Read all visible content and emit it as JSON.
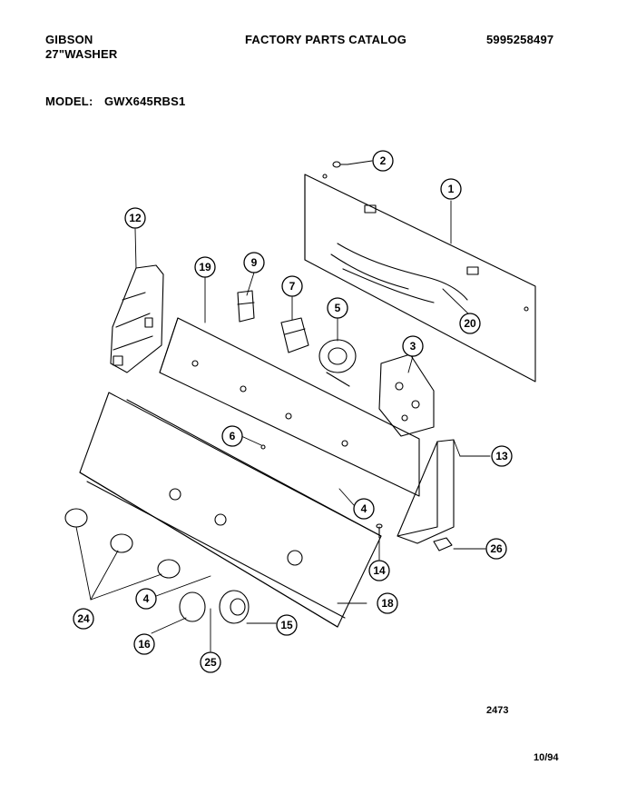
{
  "header": {
    "brand": "GIBSON",
    "product": "27\"WASHER",
    "catalog_title": "FACTORY PARTS CATALOG",
    "catalog_number": "5995258497",
    "model_label": "MODEL:",
    "model_value": "GWX645RBS1"
  },
  "callouts": [
    "1",
    "2",
    "3",
    "4",
    "5",
    "6",
    "7",
    "9",
    "12",
    "13",
    "14",
    "15",
    "16",
    "18",
    "19",
    "20",
    "24",
    "25",
    "26",
    "4"
  ],
  "footer": {
    "drawing_number": "2473",
    "date": "10/94"
  }
}
